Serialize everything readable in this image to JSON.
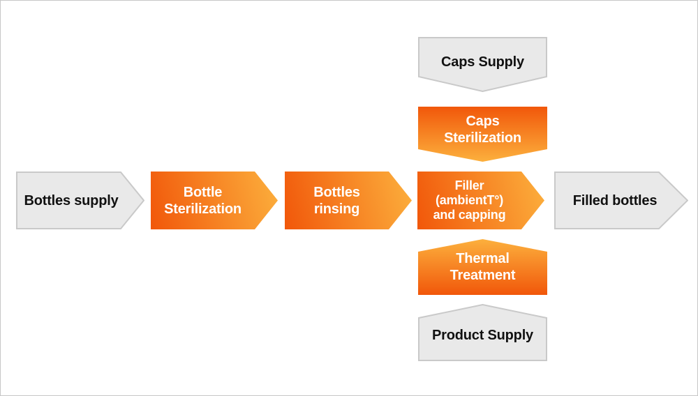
{
  "colors": {
    "orange_dark": "#f1570a",
    "orange_light": "#fcb03d",
    "gray_fill": "#e9e9e9",
    "gray_border": "#c9c9c9",
    "outline": "#c6c6c6",
    "text_dark": "#111111",
    "text_light": "#ffffff"
  },
  "diagram": {
    "main_flow": [
      {
        "id": "bottles-supply",
        "label": "Bottles supply",
        "style": "gray",
        "direction": "right"
      },
      {
        "id": "bottle-sterilization",
        "label": "Bottle\nSterilization",
        "style": "orange",
        "direction": "right"
      },
      {
        "id": "bottles-rinsing",
        "label": "Bottles\nrinsing",
        "style": "orange",
        "direction": "right"
      },
      {
        "id": "filler-capping",
        "label": "Filler\n(ambientT°)\nand capping",
        "style": "orange",
        "direction": "right"
      },
      {
        "id": "filled-bottles",
        "label": "Filled bottles",
        "style": "gray",
        "direction": "right"
      }
    ],
    "top_branch": [
      {
        "id": "caps-supply",
        "label": "Caps Supply",
        "style": "gray",
        "direction": "down"
      },
      {
        "id": "caps-sterilization",
        "label": "Caps\nSterilization",
        "style": "orange",
        "direction": "down"
      }
    ],
    "bottom_branch": [
      {
        "id": "thermal-treatment",
        "label": "Thermal\nTreatment",
        "style": "orange",
        "direction": "up"
      },
      {
        "id": "product-supply",
        "label": "Product Supply",
        "style": "gray",
        "direction": "up"
      }
    ]
  }
}
